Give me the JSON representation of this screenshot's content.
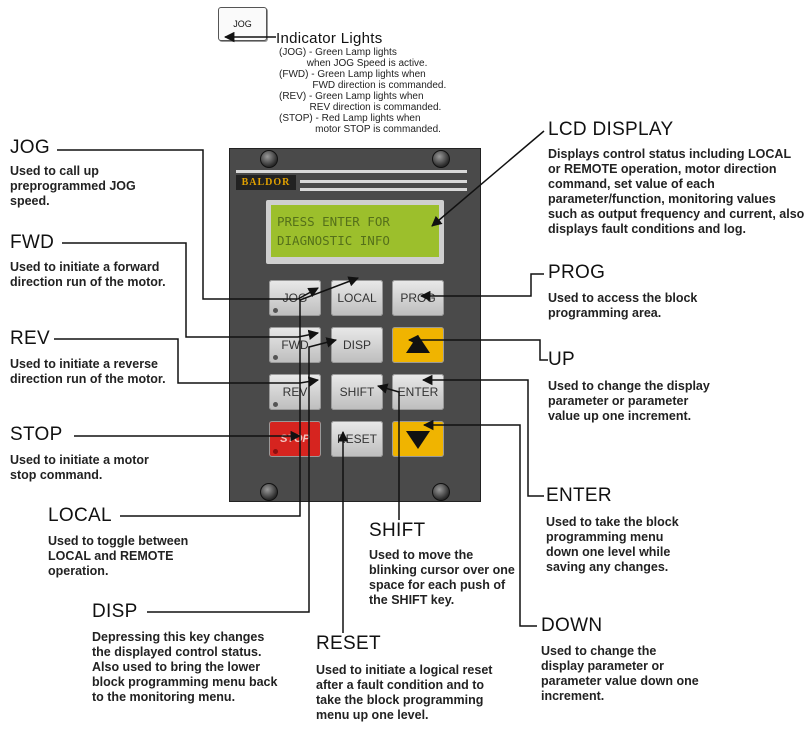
{
  "indicator": {
    "box_label": "JOG",
    "title": "Indicator Lights",
    "lines": [
      "(JOG) - Green Lamp lights",
      "          when JOG Speed is active.",
      "(FWD) - Green Lamp lights when",
      "            FWD direction is commanded.",
      "(REV) - Green Lamp lights when",
      "           REV direction is commanded.",
      "(STOP) - Red Lamp lights when",
      "             motor STOP is commanded."
    ]
  },
  "keypad": {
    "brand": "BALDOR",
    "lcd_lines": [
      "PRESS ENTER FOR",
      "DIAGNOSTIC INFO"
    ],
    "keys": {
      "jog": "JOG",
      "local": "LOCAL",
      "prog": "PROG",
      "fwd": "FWD",
      "disp": "DISP",
      "rev": "REV",
      "shift": "SHIFT",
      "enter": "ENTER",
      "stop": "STOP",
      "reset": "RESET"
    }
  },
  "callouts": {
    "jog": {
      "title": "JOG",
      "desc": "Used to call up preprogrammed JOG speed."
    },
    "fwd": {
      "title": "FWD",
      "desc": "Used to initiate a forward direction run of the motor."
    },
    "rev": {
      "title": "REV",
      "desc": "Used to initiate a reverse direction run of the motor."
    },
    "stop": {
      "title": "STOP",
      "desc": "Used to initiate a motor stop command."
    },
    "local": {
      "title": "LOCAL",
      "desc": "Used to toggle between LOCAL and REMOTE operation."
    },
    "disp": {
      "title": "DISP",
      "desc": "Depressing this key changes the displayed control status. Also used to bring the lower block programming menu back to the monitoring menu."
    },
    "reset": {
      "title": "RESET",
      "desc": "Used to initiate a logical reset after a fault condition and to take the block programming menu up one level."
    },
    "shift": {
      "title": "SHIFT",
      "desc": "Used to move the blinking cursor over one space for each push of the SHIFT key."
    },
    "lcd": {
      "title": "LCD DISPLAY",
      "desc": "Displays control status including LOCAL or REMOTE operation, motor direction command, set value of each parameter/function, monitoring values such as output frequency and current, also displays fault conditions and log."
    },
    "prog": {
      "title": "PROG",
      "desc": "Used to access the block programming area."
    },
    "up": {
      "title": "UP",
      "desc": "Used to change the display parameter or parameter value up one increment."
    },
    "enter": {
      "title": "ENTER",
      "desc": "Used to take the block programming menu down one level while saving any changes."
    },
    "down": {
      "title": "DOWN",
      "desc": "Used to change the display parameter or parameter value down one increment."
    }
  }
}
